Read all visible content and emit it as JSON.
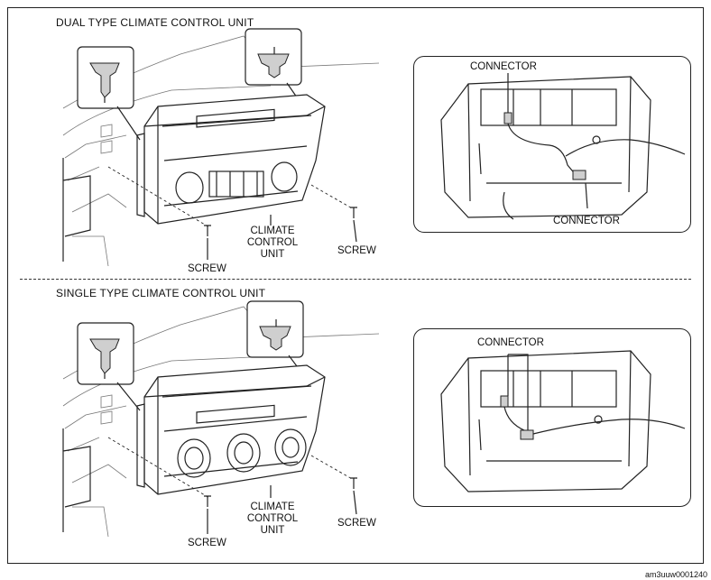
{
  "dual": {
    "title": "DUAL TYPE CLIMATE CONTROL UNIT",
    "screw_left": "SCREW",
    "screw_right": "SCREW",
    "unit_label": [
      "CLIMATE",
      "CONTROL",
      "UNIT"
    ],
    "inset_connector_top": "CONNECTOR",
    "inset_connector_bottom": "CONNECTOR"
  },
  "single": {
    "title": "SINGLE TYPE CLIMATE CONTROL UNIT",
    "screw_left": "SCREW",
    "screw_right": "SCREW",
    "unit_label": [
      "CLIMATE",
      "CONTROL",
      "UNIT"
    ],
    "inset_connector_top": "CONNECTOR"
  },
  "figure_code": "am3uuw0001240"
}
